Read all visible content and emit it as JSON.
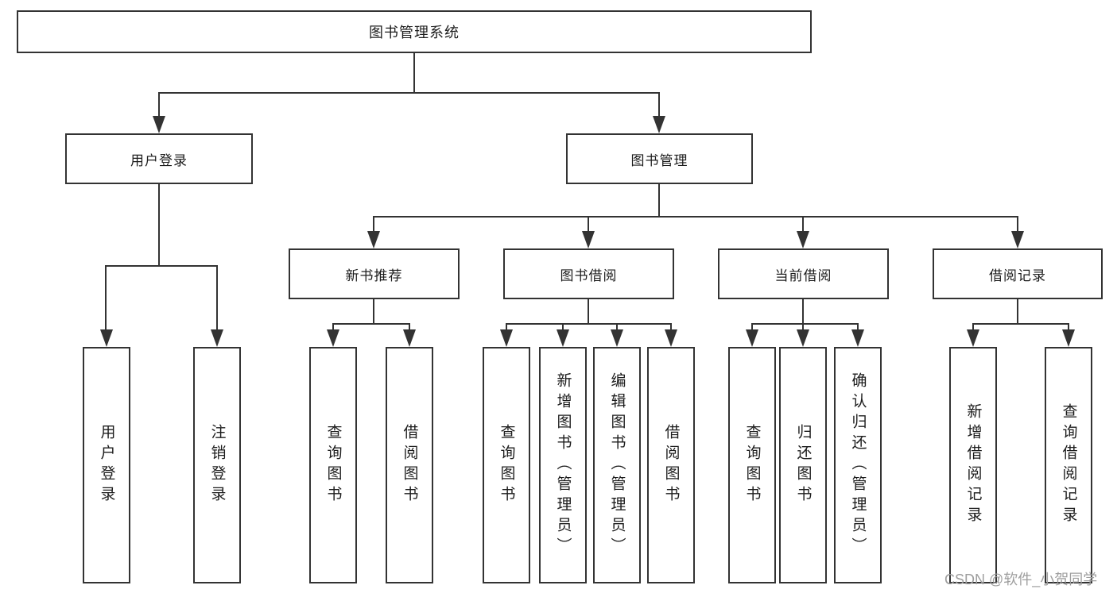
{
  "colors": {
    "line": "#333333",
    "box_border": "#333333",
    "text": "#1c1c1c",
    "background": "#ffffff",
    "watermark": "#9e9e9e"
  },
  "watermark": {
    "text": "CSDN @软件_小贺同学"
  },
  "tree": {
    "label": "图书管理系统",
    "children": [
      {
        "label": "用户登录",
        "children": [
          {
            "label": "用户登录"
          },
          {
            "label": "注销登录"
          }
        ]
      },
      {
        "label": "图书管理",
        "children": [
          {
            "label": "新书推荐",
            "children": [
              {
                "label": "查询图书"
              },
              {
                "label": "借阅图书"
              }
            ]
          },
          {
            "label": "图书借阅",
            "children": [
              {
                "label": "查询图书"
              },
              {
                "label": "新增图书（管理员）"
              },
              {
                "label": "编辑图书（管理员）"
              },
              {
                "label": "借阅图书"
              }
            ]
          },
          {
            "label": "当前借阅",
            "children": [
              {
                "label": "查询图书"
              },
              {
                "label": "归还图书"
              },
              {
                "label": "确认归还（管理员）"
              }
            ]
          },
          {
            "label": "借阅记录",
            "children": [
              {
                "label": "新增借阅记录"
              },
              {
                "label": "查询借阅记录"
              }
            ]
          }
        ]
      }
    ]
  }
}
